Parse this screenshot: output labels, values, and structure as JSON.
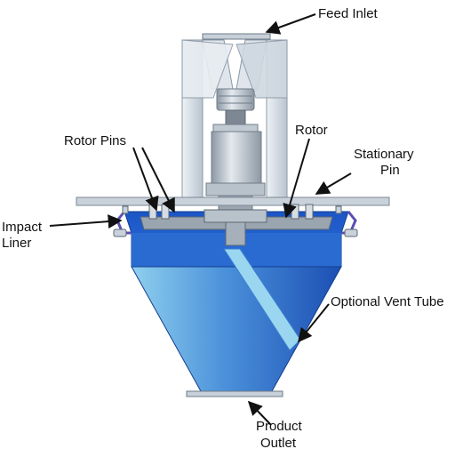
{
  "diagram": {
    "labels": {
      "feed_inlet": "Feed Inlet",
      "rotor_pins": "Rotor Pins",
      "rotor": "Rotor",
      "stationary_pin_line1": "Stationary",
      "stationary_pin_line2": "Pin",
      "impact_liner_line1": "Impact",
      "impact_liner_line2": "Liner",
      "optional_vent_tube": "Optional Vent Tube",
      "product_outlet_line1": "Product",
      "product_outlet_line2": "Outlet"
    },
    "colors": {
      "frame": "#d3dbe3",
      "frame_edge": "#8b98a6",
      "housing_top": "#1a56c4",
      "housing_mid": "#2f74d6",
      "housing_light": "#7cc0e8",
      "vent_tube": "#8fd0ee",
      "metal": "#b8c2cb",
      "metal_dark": "#6f7c88",
      "ink": "#111111"
    }
  }
}
